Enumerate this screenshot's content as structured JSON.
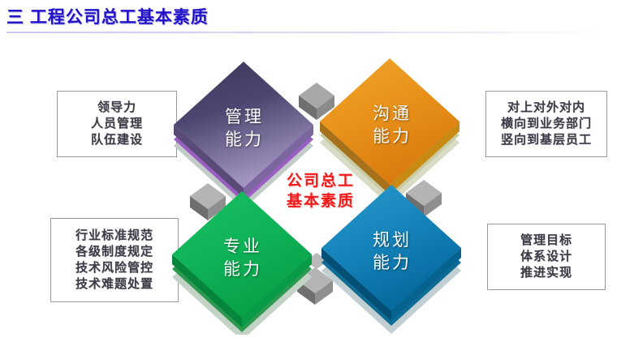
{
  "header": {
    "number": "三",
    "title": "三  工程公司总工基本素质"
  },
  "center": {
    "line1": "公司总工",
    "line2": "基本素质",
    "color": "#ef1a1a"
  },
  "blocks": [
    {
      "id": "management",
      "line1": "管理",
      "line2": "能力",
      "color_top": "#3f3b5e",
      "color_bottom": "#9c8fbc",
      "edge": "#9a5fc2"
    },
    {
      "id": "communication",
      "line1": "沟通",
      "line2": "能力",
      "color_top": "#e8921c",
      "color_bottom": "#d2760c",
      "edge": "#c6cba0"
    },
    {
      "id": "professional",
      "line1": "专业",
      "line2": "能力",
      "color_top": "#14b558",
      "color_bottom": "#0aa64a",
      "edge": "#128f42"
    },
    {
      "id": "planning",
      "line1": "规划",
      "line2": "能力",
      "color_top": "#1d8fc4",
      "color_bottom": "#0a6e9e",
      "edge": "#0a5f8c"
    }
  ],
  "callouts": {
    "top_left": {
      "name": "leadership-callout",
      "lines": [
        "领导力",
        "人员管理",
        "队伍建设"
      ]
    },
    "bottom_left": {
      "name": "professional-callout",
      "lines": [
        "行业标准规范",
        "各级制度规定",
        "技术风险管控",
        "技术难题处置"
      ]
    },
    "top_right": {
      "name": "communication-callout",
      "lines": [
        "对上对外对内",
        "横向到业务部门",
        "竖向到基层员工"
      ]
    },
    "bottom_right": {
      "name": "planning-callout",
      "lines": [
        "管理目标",
        "体系设计",
        "推进实现"
      ]
    }
  },
  "theme": {
    "title_color": "#2111c8",
    "text_color": "#3c3c46",
    "background": "#ffffff",
    "connector_color": "#b0b0b0"
  }
}
